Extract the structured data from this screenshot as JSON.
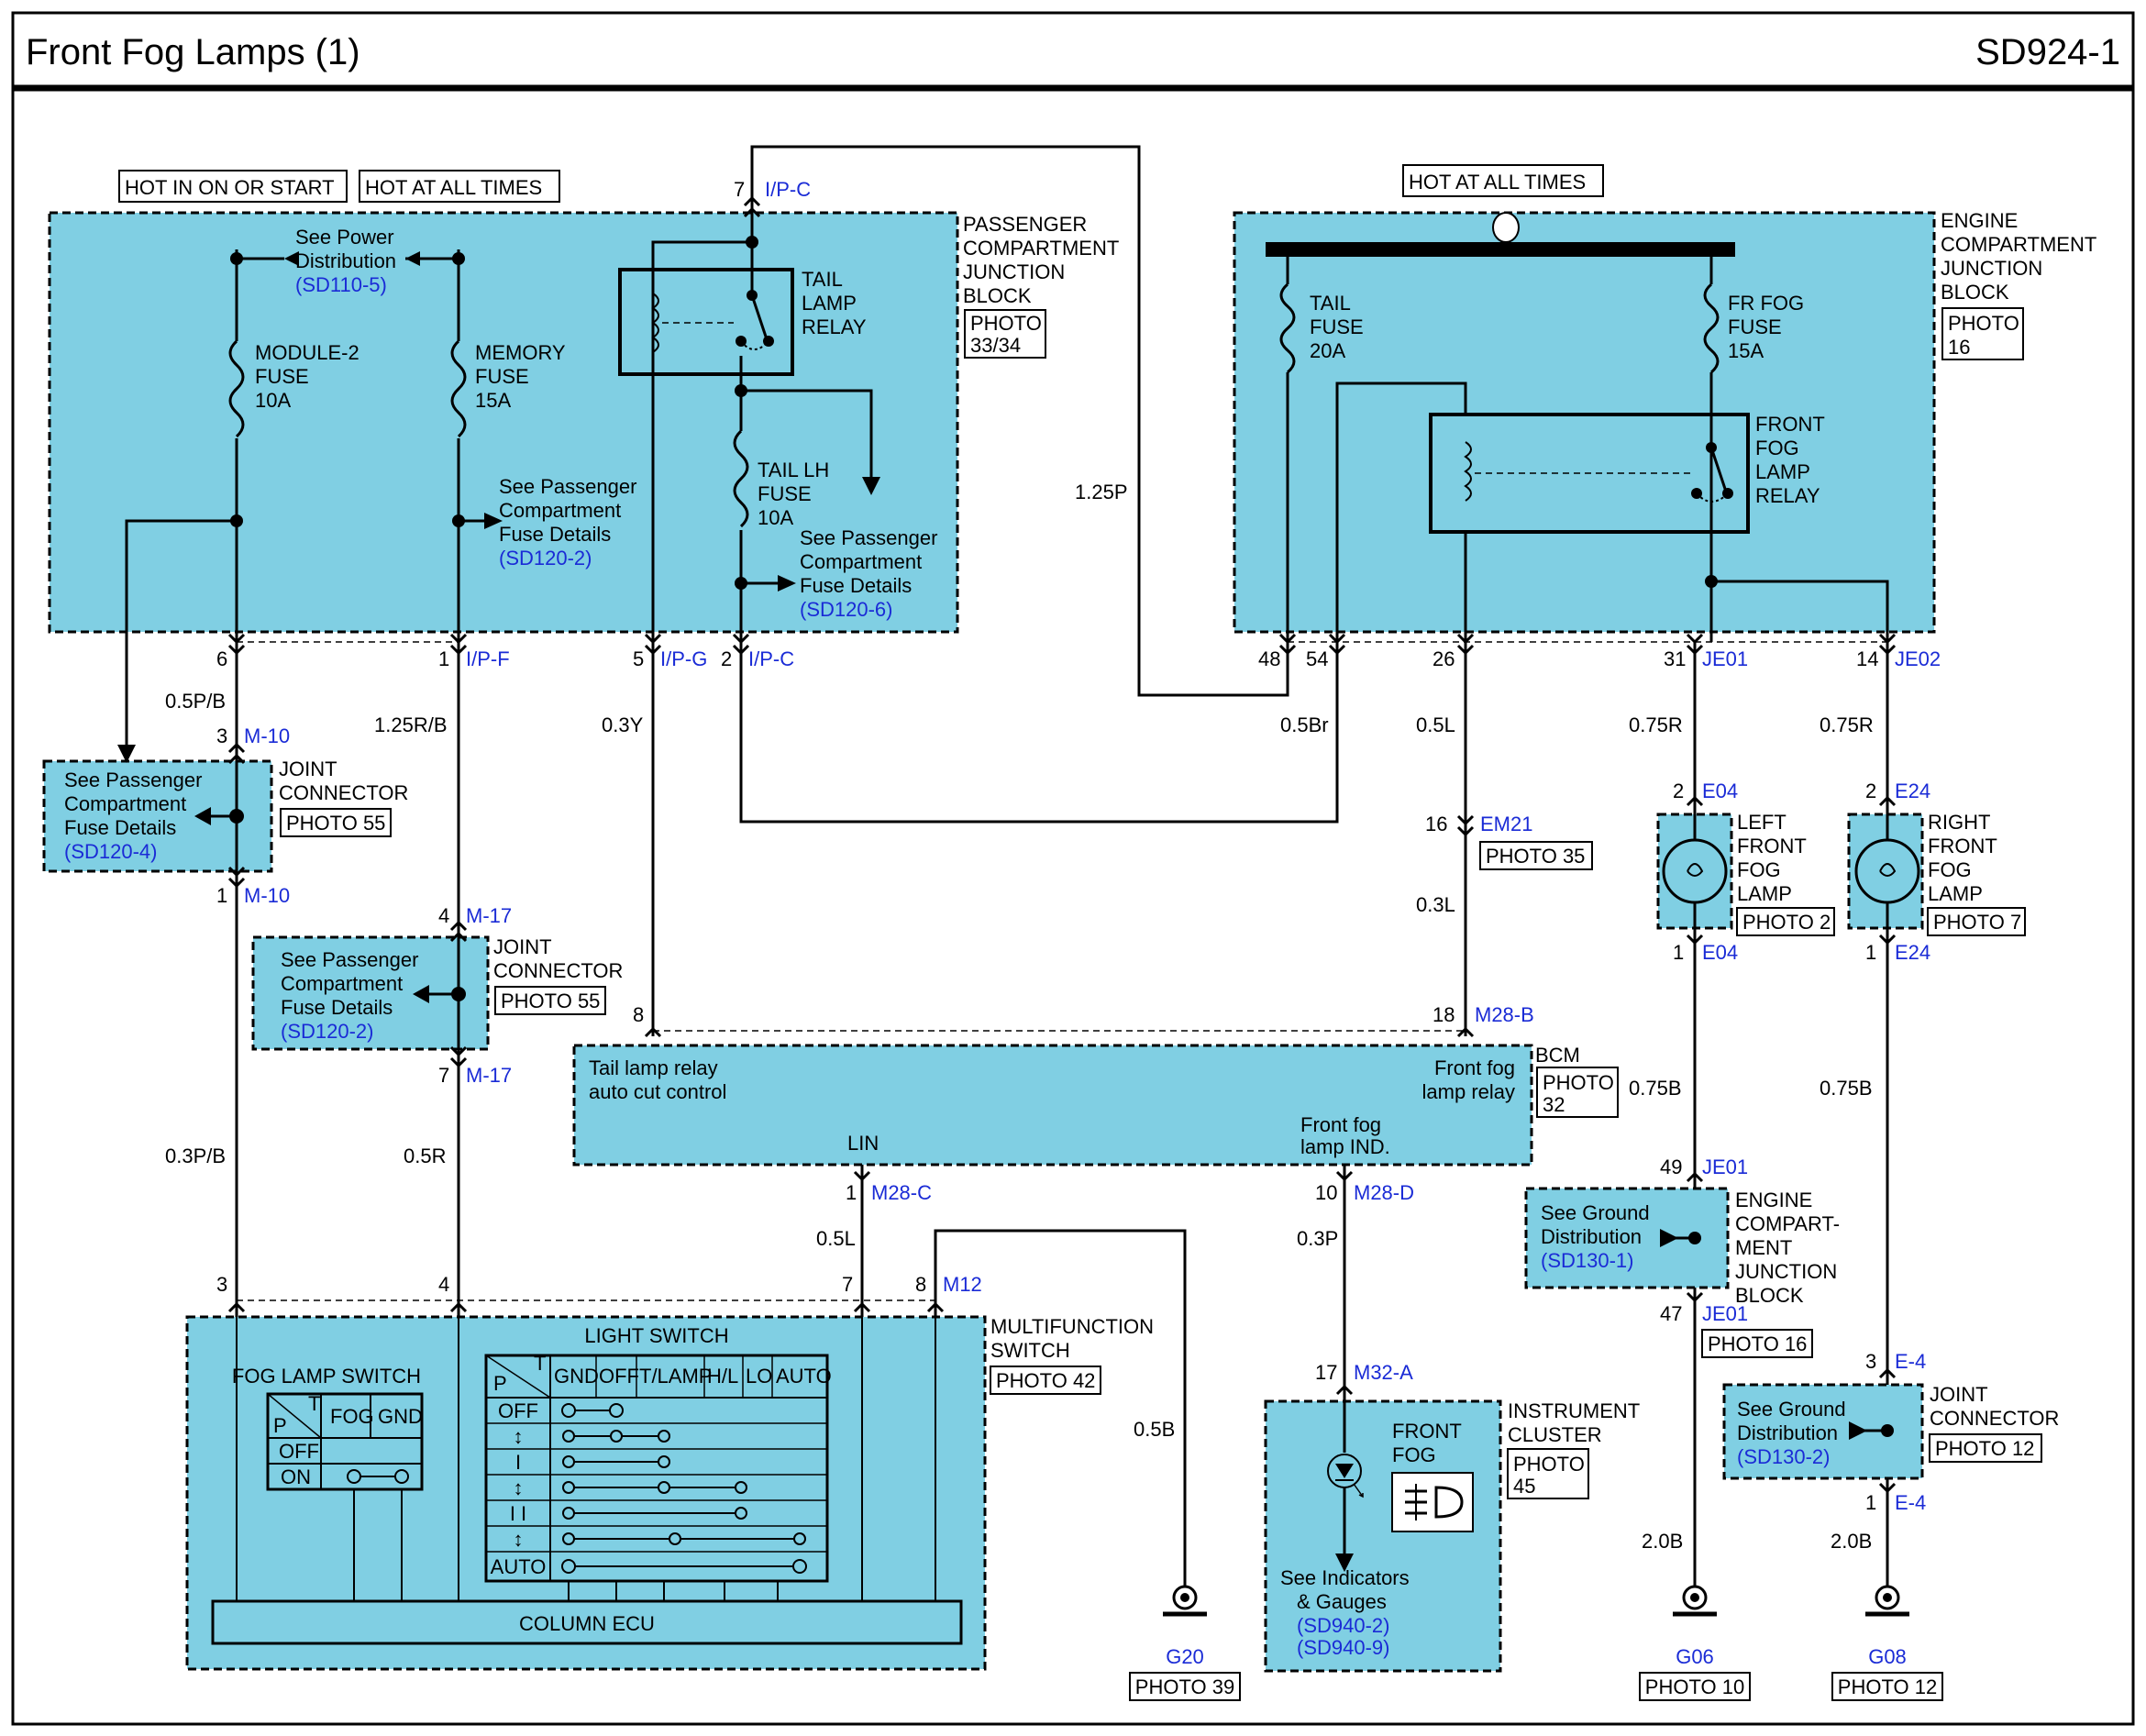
{
  "header": {
    "title": "Front Fog Lamps (1)",
    "code": "SD924-1"
  },
  "sources": {
    "hot_on_start": "HOT IN ON OR START",
    "hot_all_times_left": "HOT AT ALL TIMES",
    "hot_all_times_right": "HOT AT ALL TIMES"
  },
  "pcjb": {
    "label": [
      "PASSENGER",
      "COMPARTMENT",
      "JUNCTION",
      "BLOCK"
    ],
    "photo": [
      "PHOTO",
      "33/34"
    ],
    "see_power": [
      "See Power",
      "Distribution"
    ],
    "see_power_ref": "(SD110-5)",
    "module2_fuse": [
      "MODULE-2",
      "FUSE",
      "10A"
    ],
    "memory_fuse": [
      "MEMORY",
      "FUSE",
      "15A"
    ],
    "tail_relay": [
      "TAIL",
      "LAMP",
      "RELAY"
    ],
    "tail_lh_fuse": [
      "TAIL LH",
      "FUSE",
      "10A"
    ],
    "see_pcfd_a": [
      "See Passenger",
      "Compartment",
      "Fuse Details"
    ],
    "see_pcfd_a_ref": "(SD120-2)",
    "see_pcfd_b": [
      "See Passenger",
      "Compartment",
      "Fuse Details"
    ],
    "see_pcfd_b_ref": "(SD120-6)"
  },
  "ecjb": {
    "label": [
      "ENGINE",
      "COMPARTMENT",
      "JUNCTION",
      "BLOCK"
    ],
    "photo": [
      "PHOTO",
      "16"
    ],
    "tail_fuse": [
      "TAIL",
      "FUSE",
      "20A"
    ],
    "fr_fog_fuse": [
      "FR FOG",
      "FUSE",
      "15A"
    ],
    "relay": [
      "FRONT",
      "FOG",
      "LAMP",
      "RELAY"
    ]
  },
  "pins": {
    "ipc_top_num": "7",
    "ipc_top": "I/P-C",
    "p6": "6",
    "p1": "1",
    "ipf": "I/P-F",
    "p5": "5",
    "ipg": "I/P-G",
    "p2": "2",
    "ipc": "I/P-C",
    "p48": "48",
    "p54": "54",
    "p26": "26",
    "p31": "31",
    "je01": "JE01",
    "p14": "14",
    "je02": "JE02",
    "m10_3": "3",
    "m10_top": "M-10",
    "m10_1": "1",
    "m10_bot": "M-10",
    "m17_4": "4",
    "m17_top": "M-17",
    "m17_7": "7",
    "m17_bot": "M-17",
    "bcm_8": "8",
    "bcm_18": "18",
    "m28b": "M28-B",
    "em21_n": "16",
    "em21": "EM21",
    "e04_2": "2",
    "e04_top": "E04",
    "e04_1": "1",
    "e04_bot": "E04",
    "e24_2": "2",
    "e24_top": "E24",
    "e24_1": "1",
    "e24_bot": "E24",
    "lin_1": "1",
    "m28c": "M28-C",
    "ind_10": "10",
    "m28d": "M28-D",
    "je01_49": "49",
    "je01_a": "JE01",
    "je01_47": "47",
    "je01_b": "JE01",
    "e4_3": "3",
    "e4_top": "E-4",
    "e4_1": "1",
    "e4_bot": "E-4",
    "ms_3": "3",
    "ms_4": "4",
    "ms_7": "7",
    "ms_8": "8",
    "m12": "M12",
    "ic_17": "17",
    "m32a": "M32-A"
  },
  "wires": {
    "w125p": "1.25P",
    "w05pb": "0.5P/B",
    "w125rb": "1.25R/B",
    "w03y": "0.3Y",
    "w05br": "0.5Br",
    "w05l": "0.5L",
    "w075r_l": "0.75R",
    "w075r_r": "0.75R",
    "w03l": "0.3L",
    "w03pb": "0.3P/B",
    "w05r": "0.5R",
    "w075b_l": "0.75B",
    "w075b_r": "0.75B",
    "w05l_lin": "0.5L",
    "w03p": "0.3P",
    "w05b": "0.5B",
    "w20b_l": "2.0B",
    "w20b_r": "2.0B"
  },
  "jc_m10": {
    "label": [
      "JOINT",
      "CONNECTOR"
    ],
    "photo": "PHOTO 55",
    "see": [
      "See Passenger",
      "Compartment",
      "Fuse Details"
    ],
    "see_ref": "(SD120-4)"
  },
  "jc_m17": {
    "label": [
      "JOINT",
      "CONNECTOR"
    ],
    "photo": "PHOTO 55",
    "see": [
      "See Passenger",
      "Compartment",
      "Fuse Details"
    ],
    "see_ref": "(SD120-2)"
  },
  "em21_photo": "PHOTO 35",
  "left_lamp": {
    "label": [
      "LEFT",
      "FRONT",
      "FOG",
      "LAMP"
    ],
    "photo": "PHOTO 2"
  },
  "right_lamp": {
    "label": [
      "RIGHT",
      "FRONT",
      "FOG",
      "LAMP"
    ],
    "photo": "PHOTO 7"
  },
  "bcm": {
    "label": "BCM",
    "photo": [
      "PHOTO",
      "32"
    ],
    "tail_cut": [
      "Tail lamp relay",
      "auto cut control"
    ],
    "fog_relay": [
      "Front fog",
      "lamp relay"
    ],
    "lin": "LIN",
    "fog_ind": [
      "Front fog",
      "lamp IND."
    ]
  },
  "ecjb2": {
    "label": [
      "ENGINE",
      "COMPART-",
      "MENT",
      "JUNCTION",
      "BLOCK"
    ],
    "photo": "PHOTO 16",
    "see": [
      "See Ground",
      "Distribution"
    ],
    "see_ref": "(SD130-1)"
  },
  "jc_e4": {
    "label": [
      "JOINT",
      "CONNECTOR"
    ],
    "photo": "PHOTO 12",
    "see": [
      "See Ground",
      "Distribution"
    ],
    "see_ref": "(SD130-2)"
  },
  "mfs": {
    "label": [
      "MULTIFUNCTION",
      "SWITCH"
    ],
    "photo": "PHOTO 42",
    "light_switch": "LIGHT SWITCH",
    "fog_switch": "FOG LAMP SWITCH",
    "ecu": "COLUMN ECU",
    "fog_cols": [
      "FOG",
      "GND"
    ],
    "fog_rows": [
      "OFF",
      "ON"
    ],
    "fog_p": "P",
    "fog_t": "T",
    "ls_cols": [
      "GND",
      "OFF",
      "T/LAMP",
      "H/L",
      "LO",
      "AUTO"
    ],
    "ls_rows": [
      "OFF",
      "↕",
      "I",
      "↕",
      "I I",
      "↕",
      "AUTO"
    ],
    "ls_p": "P",
    "ls_t": "T"
  },
  "cluster": {
    "label": [
      "INSTRUMENT",
      "CLUSTER"
    ],
    "photo": [
      "PHOTO",
      "45"
    ],
    "front_fog": [
      "FRONT",
      "FOG"
    ],
    "see": [
      "See Indicators",
      "& Gauges"
    ],
    "see_refs": [
      "(SD940-2)",
      "(SD940-9)"
    ]
  },
  "grounds": [
    {
      "name": "G20",
      "photo": "PHOTO 39"
    },
    {
      "name": "G06",
      "photo": "PHOTO 10"
    },
    {
      "name": "G08",
      "photo": "PHOTO 12"
    }
  ]
}
